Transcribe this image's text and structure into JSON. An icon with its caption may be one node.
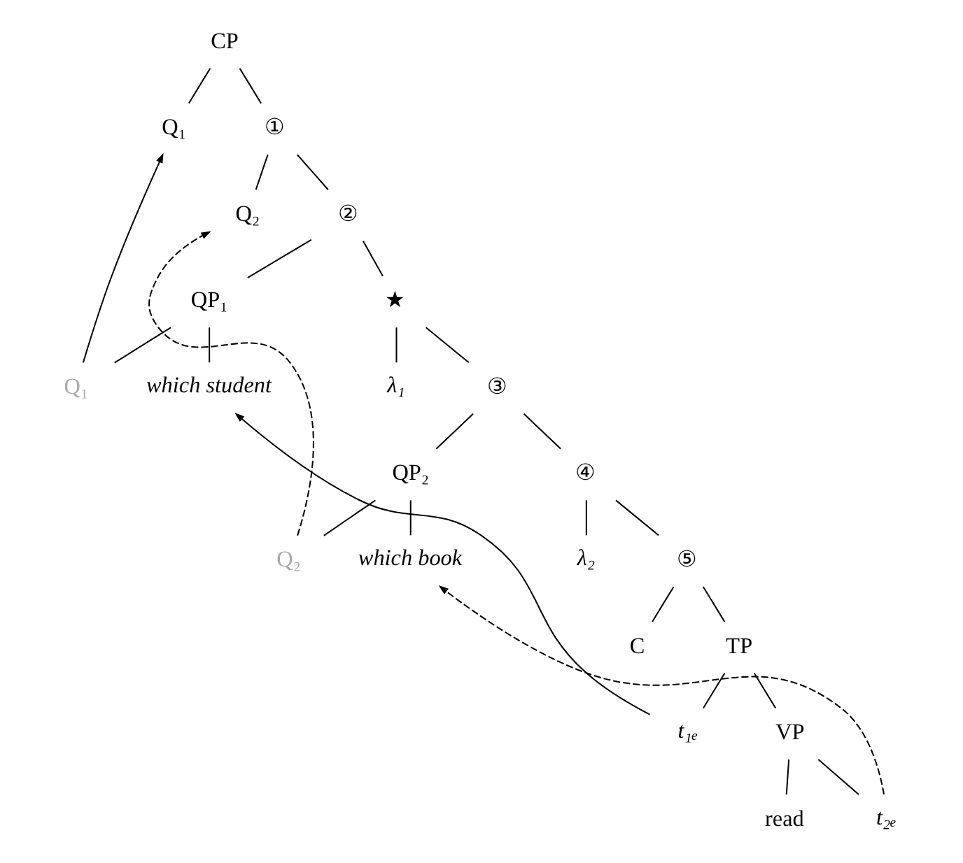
{
  "diagram": {
    "nodes": [
      {
        "text": [
          "CP"
        ]
      },
      {
        "text": [
          "Q₁"
        ]
      },
      {
        "text": [
          "①"
        ]
      },
      {
        "text": [
          "Q₂"
        ]
      },
      {
        "text": [
          "②"
        ]
      },
      {
        "text": [
          "QP₁"
        ]
      },
      {
        "text": [
          "★"
        ]
      },
      {
        "text": [
          "Q₁"
        ]
      },
      {
        "text": [
          "which student"
        ]
      },
      {
        "text": [
          "λ₁"
        ]
      },
      {
        "text": [
          "③"
        ]
      },
      {
        "text": [
          "QP₂"
        ]
      },
      {
        "text": [
          "④"
        ]
      },
      {
        "text": [
          "Q₂"
        ]
      },
      {
        "text": [
          "which book"
        ]
      },
      {
        "text": [
          "λ₂"
        ]
      },
      {
        "text": [
          "⑤"
        ]
      },
      {
        "text": [
          "C"
        ]
      },
      {
        "text": [
          "TP"
        ]
      },
      {
        "text": [
          "t₁ₑ"
        ]
      },
      {
        "text": [
          "VP"
        ]
      },
      {
        "text": [
          "read"
        ]
      },
      {
        "text": [
          "t₂ₑ"
        ]
      }
    ],
    "edges": [
      {
        "from": 0,
        "to": 1,
        "arrow": "none"
      },
      {
        "from": 0,
        "to": 2,
        "arrow": "none"
      },
      {
        "from": 2,
        "to": 3,
        "arrow": "none"
      },
      {
        "from": 2,
        "to": 4,
        "arrow": "none"
      },
      {
        "from": 4,
        "to": 5,
        "arrow": "none"
      },
      {
        "from": 4,
        "to": 6,
        "arrow": "none"
      },
      {
        "from": 5,
        "to": 7,
        "arrow": "none"
      },
      {
        "from": 5,
        "to": 8,
        "arrow": "none"
      },
      {
        "from": 6,
        "to": 9,
        "arrow": "none"
      },
      {
        "from": 6,
        "to": 10,
        "arrow": "none"
      },
      {
        "from": 10,
        "to": 11,
        "arrow": "none"
      },
      {
        "from": 10,
        "to": 12,
        "arrow": "none"
      },
      {
        "from": 11,
        "to": 13,
        "arrow": "none"
      },
      {
        "from": 11,
        "to": 14,
        "arrow": "none"
      },
      {
        "from": 12,
        "to": 15,
        "arrow": "none"
      },
      {
        "from": 12,
        "to": 16,
        "arrow": "none"
      },
      {
        "from": 16,
        "to": 17,
        "arrow": "none"
      },
      {
        "from": 16,
        "to": 18,
        "arrow": "none"
      },
      {
        "from": 18,
        "to": 19,
        "arrow": "none"
      },
      {
        "from": 18,
        "to": 20,
        "arrow": "none"
      },
      {
        "from": 20,
        "to": 21,
        "arrow": "none"
      },
      {
        "from": 20,
        "to": 22,
        "arrow": "none"
      },
      {
        "from": 7,
        "to": 1,
        "arrow": "to"
      },
      {
        "from": 13,
        "to": 3,
        "arrow": "to",
        "style": "dashed"
      },
      {
        "from": 19,
        "to": 8,
        "arrow": "to"
      },
      {
        "from": 22,
        "to": 14,
        "arrow": "to",
        "style": "dashed"
      }
    ]
  }
}
